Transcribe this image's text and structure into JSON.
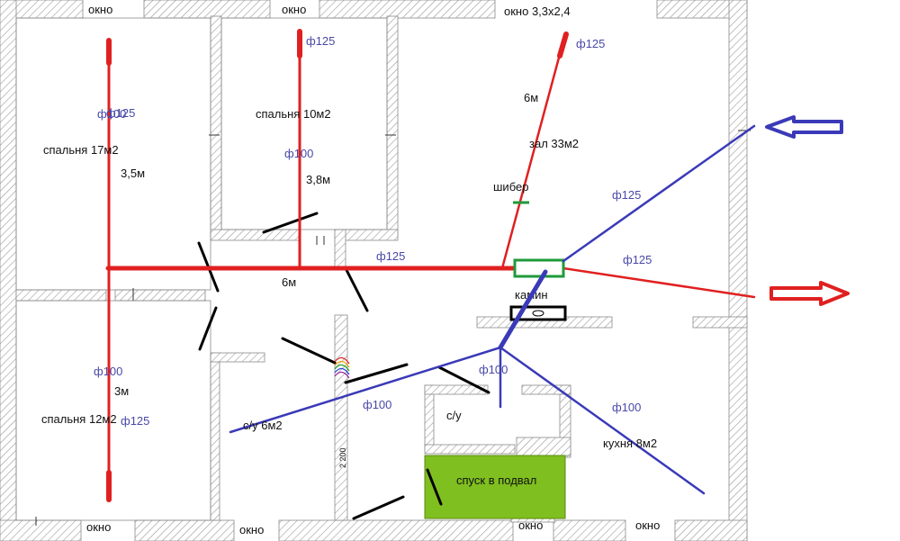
{
  "colors": {
    "supply_duct": "#e02020",
    "exhaust_duct": "#3a3ab8",
    "door_swing": "#000000",
    "wall_hatch": "#9a9a9a",
    "basement": "#7fbf1f",
    "fireplace_box": "#1f9a3a",
    "damper": "#1f9a3a",
    "dimension_text": "#4848a8"
  },
  "windows": {
    "w1": "окно",
    "w2": "окно",
    "w3": "окно 3,3х2,4",
    "w4": "окно",
    "w5": "окно",
    "w6": "окно",
    "w7": "окно"
  },
  "rooms": {
    "bedroom17": "спальня 17м2",
    "bedroom10": "спальня 10м2",
    "hall": "зал 33м2",
    "bedroom12": "спальня 12м2",
    "bath6": "с/у 6м2",
    "wc": "с/у",
    "kitchen": "кухня 8м2",
    "basement": "спуск в подвал",
    "fireplace": "камин",
    "damper": "шибер"
  },
  "measurements": {
    "m_3_5": "3,5м",
    "m_3_8": "3,8м",
    "m_6_hall": "6м",
    "m_6_corr": "6м",
    "m_3": "3м",
    "wall_2200": "2 200"
  },
  "diameters": {
    "d1": "ф125",
    "d2": "ф100",
    "d3": "ф125",
    "d4": "ф100",
    "d5": "ф125",
    "d6": "ф125",
    "d7": "ф125",
    "d8": "ф125",
    "d9": "ф100",
    "d10": "ф125",
    "d11": "ф100",
    "d12": "ф100",
    "d13": "ф100"
  }
}
